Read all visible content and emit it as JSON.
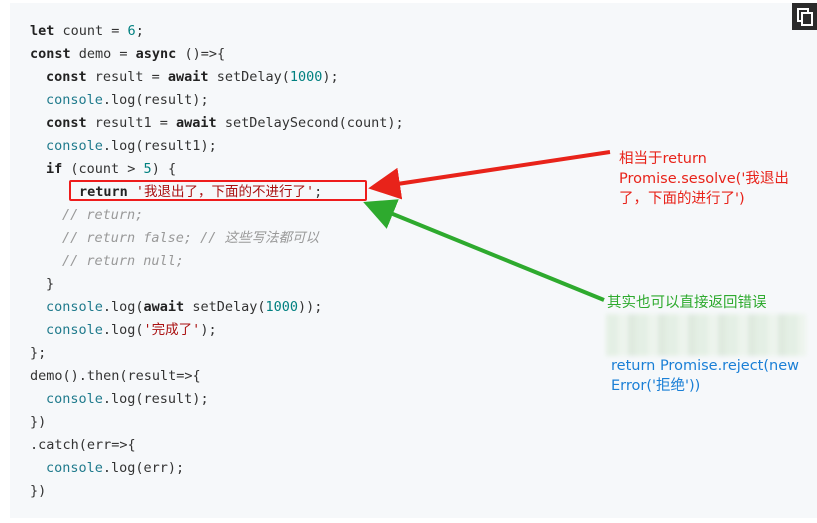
{
  "code": {
    "lines": [
      {
        "kw1": "let",
        "t1": " count = ",
        "n1": "6",
        "t2": ";"
      },
      {
        "kw1": "const",
        "t1": " demo = ",
        "kw2": "async",
        "t2": " ()=>{"
      },
      {
        "kw1": "const",
        "t1": " result = ",
        "kw2": "await",
        "t2": " setDelay(",
        "n1": "1000",
        "t3": ");"
      },
      {
        "api": "console",
        "t1": ".log(result);"
      },
      {
        "kw1": "const",
        "t1": " result1 = ",
        "kw2": "await",
        "t2": " setDelaySecond(count);"
      },
      {
        "api": "console",
        "t1": ".log(result1);"
      },
      {
        "kw1": "if",
        "t1": " (count > ",
        "n1": "5",
        "t2": ") {"
      },
      {
        "kw1": "return",
        "str": " '我退出了，下面的不进行了'",
        "t1": ";"
      },
      {
        "cmt": "// return;"
      },
      {
        "cmt": "// return false; // 这些写法都可以"
      },
      {
        "cmt": "// return null;"
      },
      {
        "t1": "}"
      },
      {
        "api": "console",
        "t1": ".log(",
        "kw2": "await",
        "t2": " setDelay(",
        "n1": "1000",
        "t3": "));"
      },
      {
        "api": "console",
        "t1": ".log(",
        "str": "'完成了'",
        "t2": ");"
      },
      {
        "t1": "};"
      },
      {
        "t1": "demo().then(result=>{"
      },
      {
        "api": "console",
        "t1": ".log(result);"
      },
      {
        "t1": "})"
      },
      {
        "t1": ".catch(err=>{"
      },
      {
        "api": "console",
        "t1": ".log(err);"
      },
      {
        "t1": "})"
      }
    ]
  },
  "annotations": {
    "red_note": "相当于return Promise.sesolve('我退出了，下面的进行了')",
    "green_note": "其实也可以直接返回错误",
    "green_note2": "return Promise.reject(new Error('拒绝'))"
  },
  "colors": {
    "red": "#e8231a",
    "green": "#2eaa2e"
  },
  "icons": {
    "copy": "copy-icon"
  }
}
